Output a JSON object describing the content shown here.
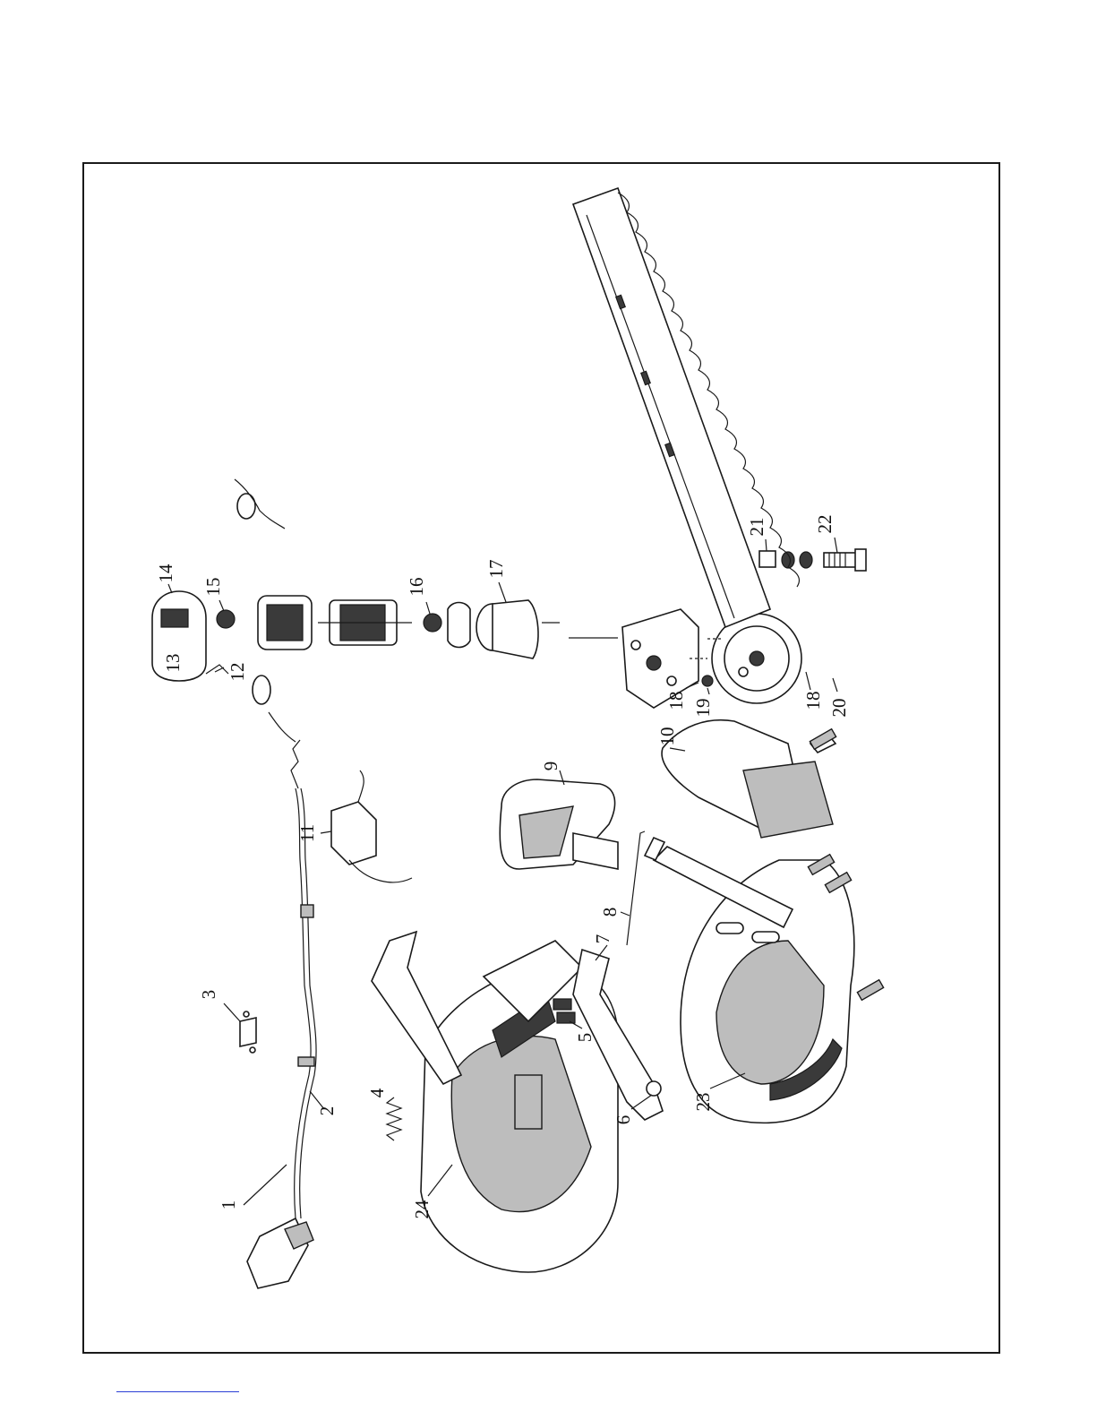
{
  "part_labels": [
    "1",
    "2",
    "3",
    "4",
    "5",
    "6",
    "7",
    "8",
    "9",
    "10",
    "11",
    "12",
    "13",
    "14",
    "15",
    "16",
    "17",
    "18",
    "18",
    "19",
    "20",
    "21",
    "22",
    "23",
    "24"
  ],
  "colors": {
    "ink": "#1a1a1a",
    "paper": "#ffffff",
    "link": "#2b3fd6"
  }
}
